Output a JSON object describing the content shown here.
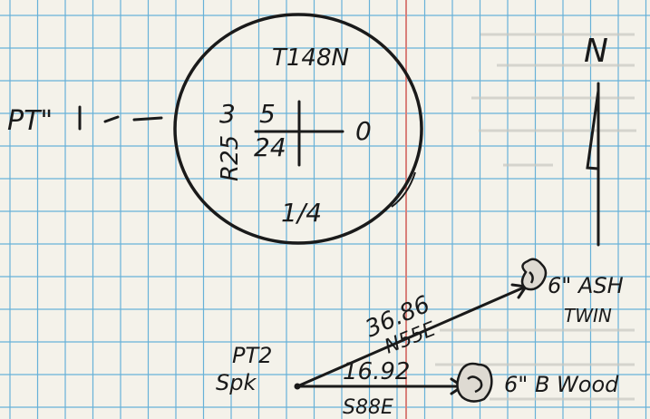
{
  "colors": {
    "paper": "#f4f2ea",
    "grid": "#4fa6d6",
    "margin_line": "#d9807a",
    "ink": "#1a1a1a",
    "faded_ink": "#c8c8c0",
    "tree_fill": "#dedad2"
  },
  "north": {
    "label": "N"
  },
  "point_marker": {
    "label": "PT\""
  },
  "section_circle": {
    "township": "T148N",
    "range": "R25",
    "section_top": "5",
    "section_left": "3",
    "section_bottom": "24",
    "section_right": "0",
    "quarter": "1/4"
  },
  "point2": {
    "label": "PT2",
    "spike": "Spk"
  },
  "bearing_trees": [
    {
      "distance": "36.86",
      "bearing": "N55E",
      "description": "6\" ASH",
      "note": "TWIN"
    },
    {
      "distance": "16.92",
      "bearing": "S88E",
      "description": "6\" B Wood"
    }
  ]
}
